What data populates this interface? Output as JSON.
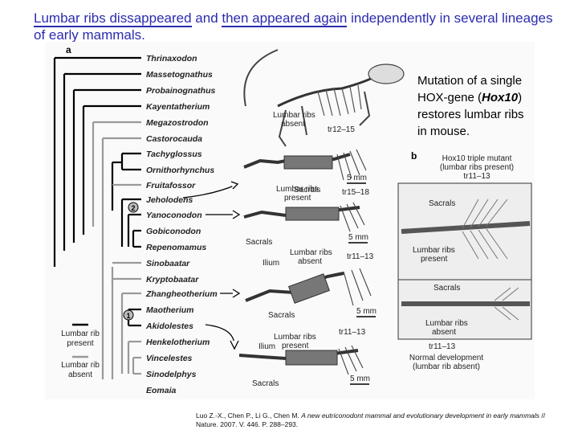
{
  "title": {
    "part1": "Lumbar ribs dissappeared",
    "part2": " and ",
    "part3": "then appeared again",
    "part4": " independently in several lineages of early mammals."
  },
  "note": {
    "line1": "Mutation of a single",
    "line2a": "HOX-gene (",
    "line2b": "Hox10",
    "line2c": ")",
    "line3": "restores lumbar ribs",
    "line4": "in mouse."
  },
  "panel_a": {
    "label": "a",
    "taxa": [
      "Thrinaxodon",
      "Massetognathus",
      "Probainognathus",
      "Kayentatherium",
      "Megazostrodon",
      "Castorocauda",
      "Tachyglossus",
      "Ornithorhynchus",
      "Fruitafossor",
      "Jeholodens",
      "Yanoconodon",
      "Gobiconodon",
      "Repenomamus",
      "Sinobaatar",
      "Kryptobaatar",
      "Zhangheotherium",
      "Maotherium",
      "Akidolestes",
      "Henkelotherium",
      "Vincelestes",
      "Sinodelphys",
      "Eomaia"
    ],
    "node1": "1",
    "node2": "2",
    "legend_present_1": "Lumbar rib",
    "legend_present_2": "present",
    "legend_absent_1": "Lumbar rib",
    "legend_absent_2": "absent"
  },
  "specimens": {
    "s1": {
      "tr": "tr12–15",
      "ribs_1": "Lumbar ribs",
      "ribs_2": "absent",
      "scale": "5 mm",
      "sacrals": "Sacrals"
    },
    "s2": {
      "tr": "tr15–18",
      "ribs_1": "Lumbar ribs",
      "ribs_2": "present",
      "scale": "5 mm",
      "sacrals": "Sacrals"
    },
    "s3": {
      "tr": "tr11–13",
      "ribs_1": "Lumbar ribs",
      "ribs_2": "absent",
      "ilium": "Ilium",
      "scale": "5 mm",
      "sacrals": "Sacrals"
    },
    "s4": {
      "tr": "tr11–13",
      "ribs_1": "Lumbar ribs",
      "ribs_2": "present",
      "ilium": "Ilium",
      "scale": "5 mm",
      "sacrals": "Sacrals"
    }
  },
  "panel_b": {
    "label": "b",
    "top_title_1": "Hox10 triple mutant",
    "top_title_2": "(lumbar ribs present)",
    "top_tr": "tr11–13",
    "top_sacrals": "Sacrals",
    "top_ribs_1": "Lumbar ribs",
    "top_ribs_2": "present",
    "bot_sacrals": "Sacrals",
    "bot_ribs_1": "Lumbar ribs",
    "bot_ribs_2": "absent",
    "bot_tr": "tr11–13",
    "bot_title_1": "Normal development",
    "bot_title_2": "(lumbar rib absent)"
  },
  "citation": {
    "plain": "Luo Z.-X., Chen P., Li G., Chen M. ",
    "italic": "A new eutriconodont mammal and evolutionary development in early mammals",
    "tail": " // Nature. 2007. V. 446. P. 288–293."
  }
}
